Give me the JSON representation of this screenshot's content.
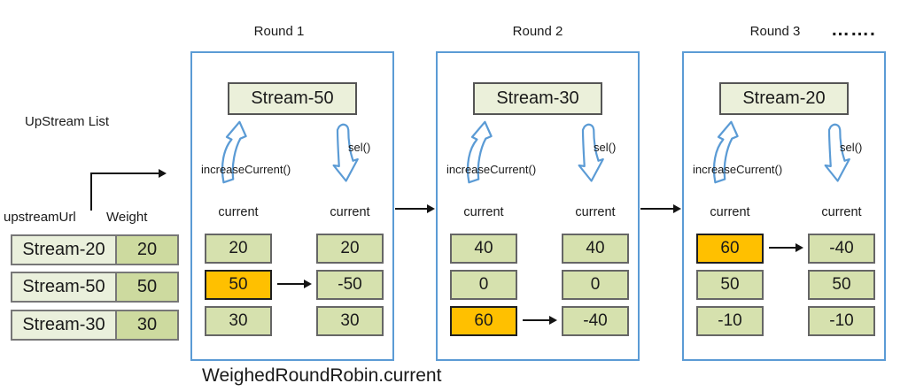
{
  "caption": "WeighedRoundRobin.current",
  "ellipsis": "…….",
  "colors": {
    "round_box_border": "#5B9BD5",
    "blue_arrow": "#5B9BD5",
    "highlight_orange": "#FFC000",
    "cell_green": "#D6E1AE",
    "table_url_green": "#EAF0DC",
    "table_weight_green": "#CDDA9F",
    "stream_box_fill": "#EBF0DA"
  },
  "upstream": {
    "list_label": "UpStream List",
    "col1_header": "upstreamUrl",
    "col2_header": "Weight",
    "rows": [
      {
        "url": "Stream-20",
        "weight": "20"
      },
      {
        "url": "Stream-50",
        "weight": "50"
      },
      {
        "url": "Stream-30",
        "weight": "30"
      }
    ]
  },
  "rounds": [
    {
      "title": "Round 1",
      "stream_label": "Stream-50",
      "increase_label": "increaseCurrent()",
      "sel_label": "sel()",
      "current_header_left": "current",
      "current_header_right": "current",
      "before": [
        "20",
        "50",
        "30"
      ],
      "after": [
        "20",
        "-50",
        "30"
      ],
      "highlight_index": 1
    },
    {
      "title": "Round 2",
      "stream_label": "Stream-30",
      "increase_label": "increaseCurrent()",
      "sel_label": "sel()",
      "current_header_left": "current",
      "current_header_right": "current",
      "before": [
        "40",
        "0",
        "60"
      ],
      "after": [
        "40",
        "0",
        "-40"
      ],
      "highlight_index": 2
    },
    {
      "title": "Round 3",
      "stream_label": "Stream-20",
      "increase_label": "increaseCurrent()",
      "sel_label": "sel()",
      "current_header_left": "current",
      "current_header_right": "current",
      "before": [
        "60",
        "50",
        "-10"
      ],
      "after": [
        "-40",
        "50",
        "-10"
      ],
      "highlight_index": 0
    }
  ]
}
